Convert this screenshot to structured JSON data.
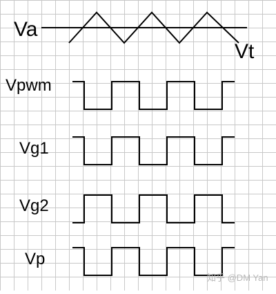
{
  "labels": {
    "va": "Va",
    "vt": "Vt",
    "vpwm": "Vpwm",
    "vg1": "Vg1",
    "vg2": "Vg2",
    "vp": "Vp"
  },
  "watermark": "知乎 @DM Yan",
  "colors": {
    "grid": "#c8c8c8",
    "ink": "#000000",
    "background": "#ffffff",
    "watermark": "#b8b8b8"
  }
}
